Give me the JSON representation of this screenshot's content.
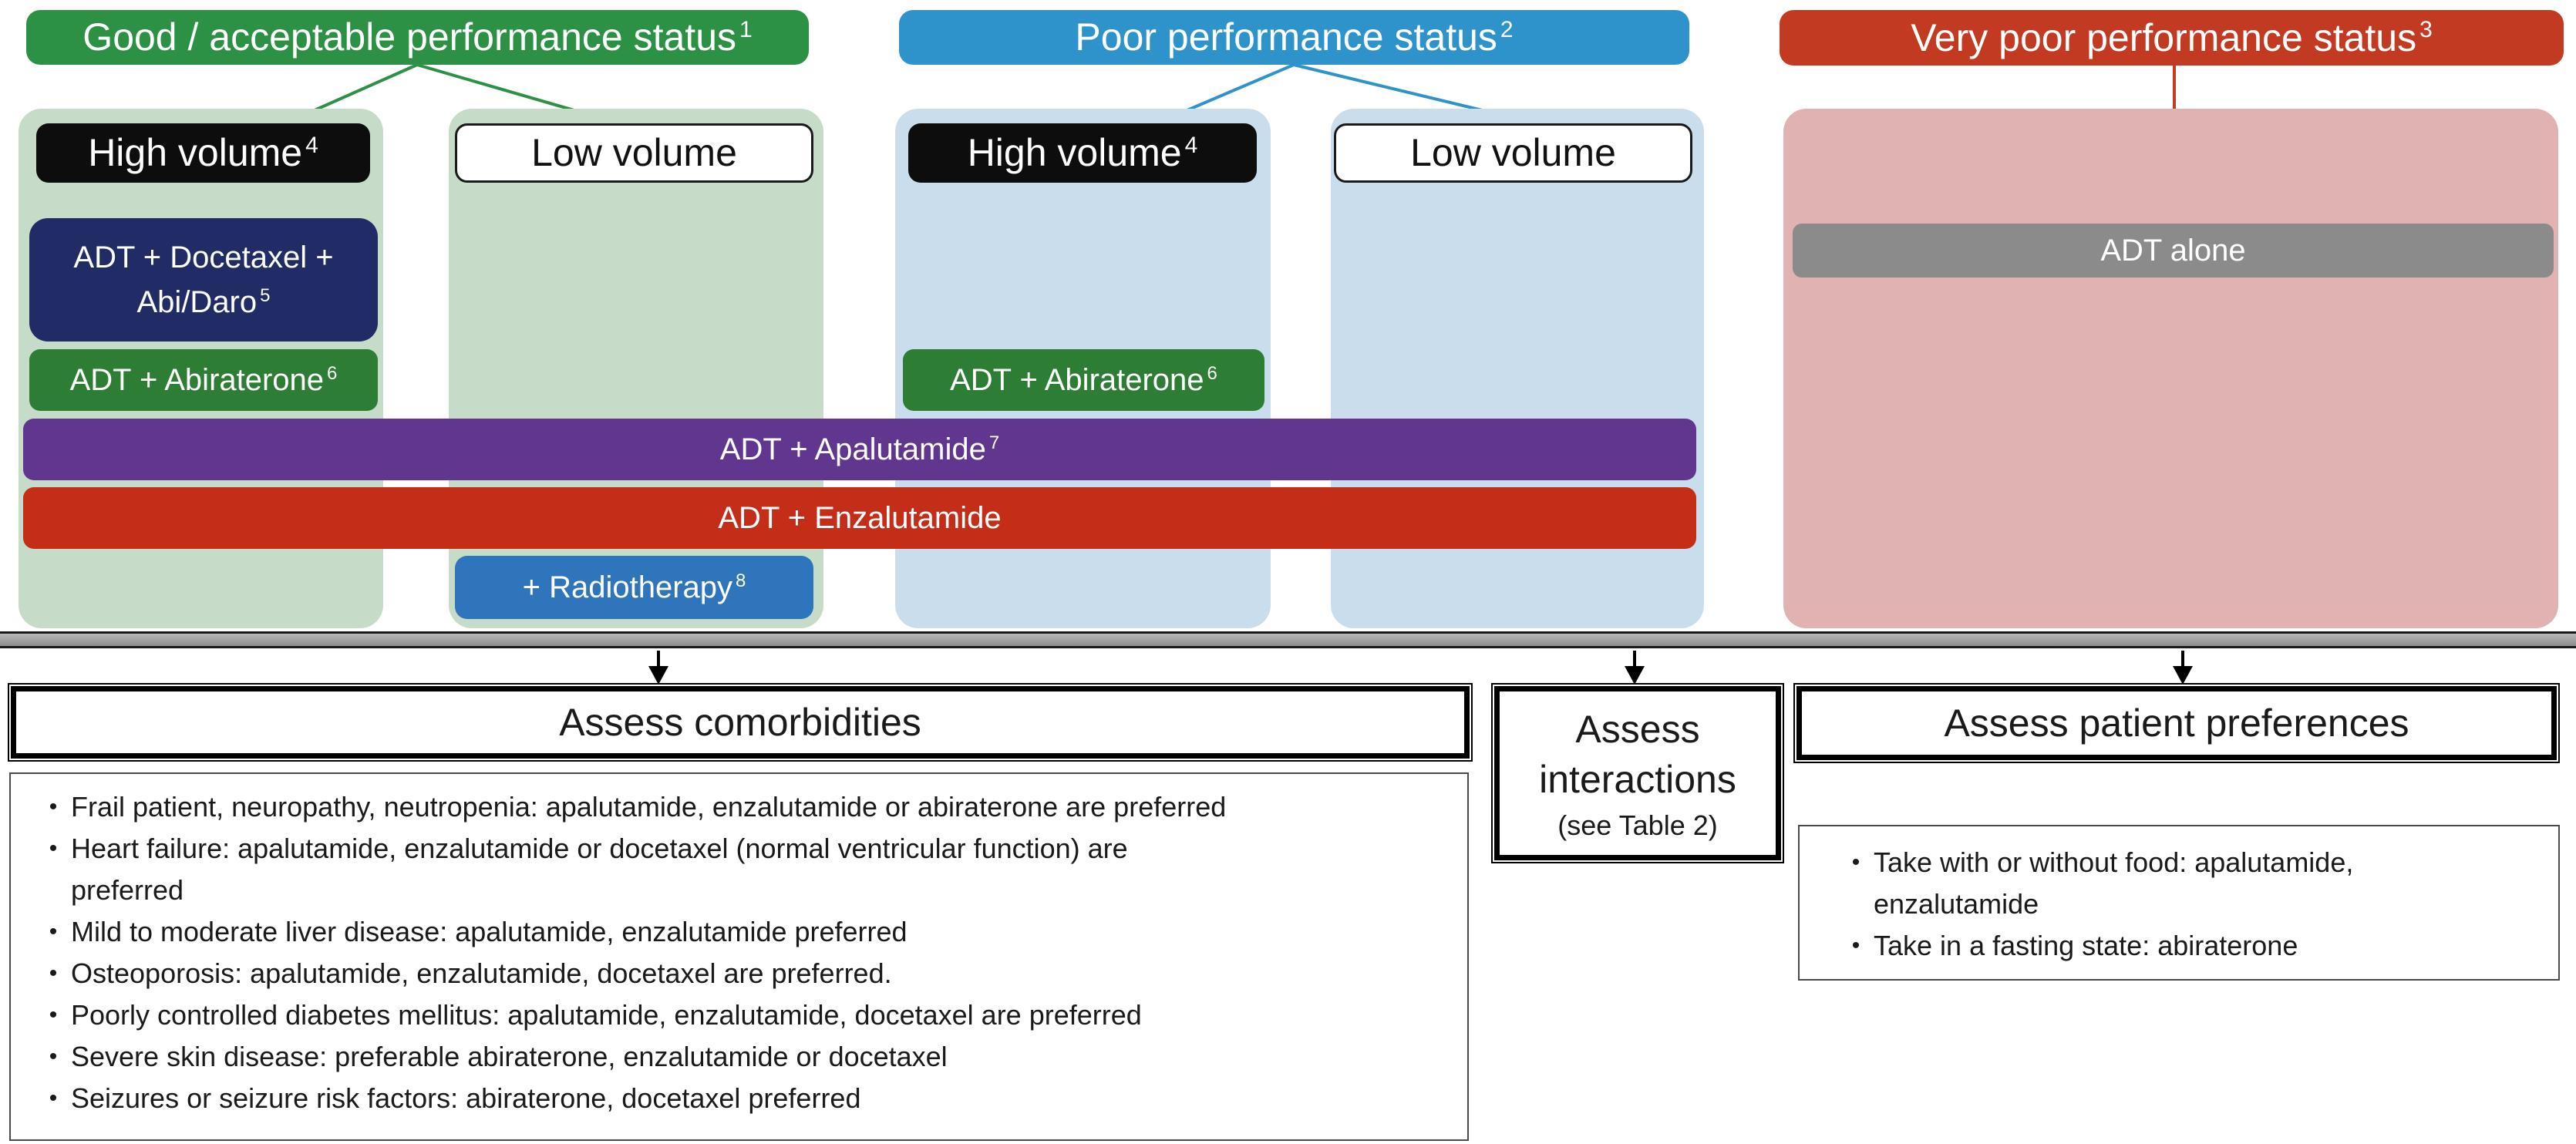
{
  "colors": {
    "header_green": "#2d9145",
    "header_blue": "#2e93cb",
    "header_red": "#c23a21",
    "container_light_green": "#c7dbc9",
    "container_light_blue": "#c9dded",
    "container_pink": "#e0b2b2",
    "treatment_navy": "#212c66",
    "treatment_green": "#2d7d34",
    "treatment_purple": "#61368f",
    "treatment_red": "#c42d18",
    "treatment_radio_blue": "#2f75bc",
    "treatment_gray": "#8b8b8b",
    "high_volume_black": "#0d0d0d"
  },
  "sections": {
    "good": {
      "header": {
        "text": "Good / acceptable performance status",
        "sup": "1"
      },
      "high_volume": {
        "text": "High volume",
        "sup": "4"
      },
      "low_volume": {
        "text": "Low volume"
      },
      "docetaxel": {
        "line1": "ADT + Docetaxel +",
        "line2": "Abi/Daro",
        "sup": "5"
      },
      "abiraterone": {
        "text": "ADT + Abiraterone",
        "sup": "6"
      }
    },
    "poor": {
      "header": {
        "text": "Poor performance status",
        "sup": "2"
      },
      "high_volume": {
        "text": "High volume",
        "sup": "4"
      },
      "low_volume": {
        "text": "Low volume"
      },
      "abiraterone": {
        "text": "ADT + Abiraterone",
        "sup": "6"
      }
    },
    "very_poor": {
      "header": {
        "text": "Very poor performance status",
        "sup": "3"
      },
      "adt_alone": {
        "text": "ADT alone"
      }
    }
  },
  "spanning": {
    "apalutamide": {
      "text": "ADT + Apalutamide",
      "sup": "7"
    },
    "enzalutamide": {
      "text": "ADT + Enzalutamide"
    },
    "radiotherapy": {
      "text": "+ Radiotherapy",
      "sup": "8"
    }
  },
  "assessments": {
    "comorbidities": {
      "title": "Assess comorbidities",
      "items": [
        "Frail patient, neuropathy, neutropenia: apalutamide, enzalutamide or abiraterone are preferred",
        "Heart failure: apalutamide, enzalutamide or docetaxel (normal ventricular function) are\npreferred",
        "Mild to moderate liver disease: apalutamide, enzalutamide preferred",
        "Osteoporosis: apalutamide, enzalutamide, docetaxel are preferred.",
        "Poorly controlled diabetes mellitus: apalutamide, enzalutamide, docetaxel are preferred",
        "Severe skin disease: preferable abiraterone, enzalutamide or docetaxel",
        "Seizures or seizure risk factors: abiraterone, docetaxel preferred"
      ]
    },
    "interactions": {
      "title_line1": "Assess",
      "title_line2": "interactions",
      "note": "(see Table 2)"
    },
    "preferences": {
      "title": "Assess patient preferences",
      "items": [
        "Take with or without food: apalutamide,\nenzalutamide",
        "Take in a fasting state: abiraterone"
      ]
    }
  }
}
